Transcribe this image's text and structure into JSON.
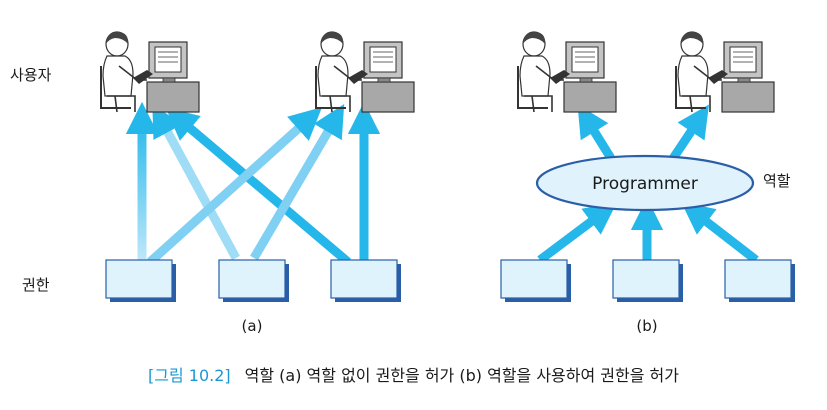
{
  "labels": {
    "users": "사용자",
    "permissions": "권한",
    "role": "역할",
    "role_node": "Programmer",
    "panel_a": "(a)",
    "panel_b": "(b)"
  },
  "caption": {
    "figure_id": "[그림 10.2]",
    "text": "역할  (a) 역할 없이 권한을 허가 (b) 역할을 사용하여 권한을 허가"
  },
  "colors": {
    "arrow": "#25b7ea",
    "arrow_light": "#9fdcf5",
    "permission_box": "#dff3fd",
    "box_shadow": "#2a5fa8",
    "ellipse": "#e0f2fc",
    "monitor": "#a8a8a8",
    "caption_accent": "#1a98d4"
  },
  "icons": {
    "user": "user-at-computer-icon"
  }
}
